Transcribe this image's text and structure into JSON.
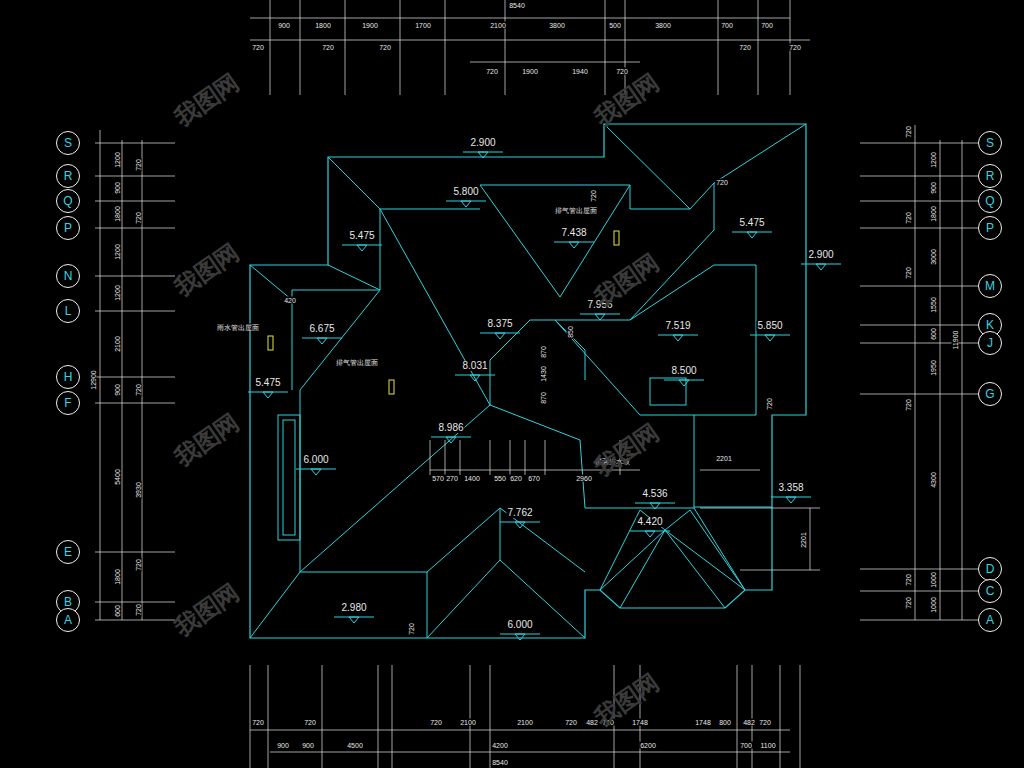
{
  "diagram": {
    "nodes": [
      {
        "text": [
          "S"
        ]
      },
      {
        "text": [
          "R"
        ]
      },
      {
        "text": [
          "Q"
        ]
      },
      {
        "text": [
          "P"
        ]
      },
      {
        "text": [
          "N"
        ]
      },
      {
        "text": [
          "L"
        ]
      },
      {
        "text": [
          "H"
        ]
      },
      {
        "text": [
          "F"
        ]
      },
      {
        "text": [
          "E"
        ]
      },
      {
        "text": [
          "B"
        ]
      },
      {
        "text": [
          "A"
        ]
      },
      {
        "text": [
          "S"
        ]
      },
      {
        "text": [
          "R"
        ]
      },
      {
        "text": [
          "Q"
        ]
      },
      {
        "text": [
          "P"
        ]
      },
      {
        "text": [
          "M"
        ]
      },
      {
        "text": [
          "K"
        ]
      },
      {
        "text": [
          "J"
        ]
      },
      {
        "text": [
          "G"
        ]
      },
      {
        "text": [
          "D"
        ]
      },
      {
        "text": [
          "C"
        ]
      },
      {
        "text": [
          "A"
        ]
      }
    ],
    "labels": [
      "2.900",
      "5.800",
      "7.438",
      "5.475",
      "5.475",
      "2.900",
      "7.956",
      "8.375",
      "7.519",
      "5.850",
      "6.675",
      "8.031",
      "8.500",
      "5.475",
      "8.986",
      "6.000",
      "4.536",
      "3.358",
      "4.420",
      "7.762",
      "2.980",
      "6.000",
      "雨水管出屋面",
      "排气管出屋面",
      "排气管出屋面",
      "屋面排水坡",
      "900",
      "1800",
      "1900",
      "1700",
      "2100",
      "3800",
      "500",
      "3800",
      "700",
      "700",
      "720",
      "720",
      "720",
      "720",
      "720",
      "720",
      "1900",
      "1940",
      "720",
      "8540",
      "720",
      "720",
      "720",
      "2100",
      "2100",
      "720",
      "482",
      "720",
      "1748",
      "1748",
      "800",
      "482",
      "720",
      "900",
      "900",
      "4500",
      "4200",
      "6200",
      "700",
      "1100",
      "8540",
      "1200",
      "900",
      "1800",
      "1200",
      "1200",
      "2100",
      "900",
      "5400",
      "1800",
      "600",
      "720",
      "720",
      "720",
      "3930",
      "720",
      "720",
      "12900",
      "1200",
      "900",
      "1800",
      "3000",
      "1550",
      "600",
      "1950",
      "4300",
      "1000",
      "1000",
      "720",
      "720",
      "720",
      "720",
      "720",
      "720",
      "11900",
      "570",
      "270",
      "1400",
      "550",
      "620",
      "670",
      "2960",
      "2201",
      "2201",
      "720",
      "420",
      "720",
      "850",
      "870",
      "1430",
      "870",
      "720",
      "720",
      "我图网",
      "我图网",
      "我图网",
      "我图网",
      "我图网",
      "我图网",
      "我图网",
      "我图网"
    ]
  }
}
